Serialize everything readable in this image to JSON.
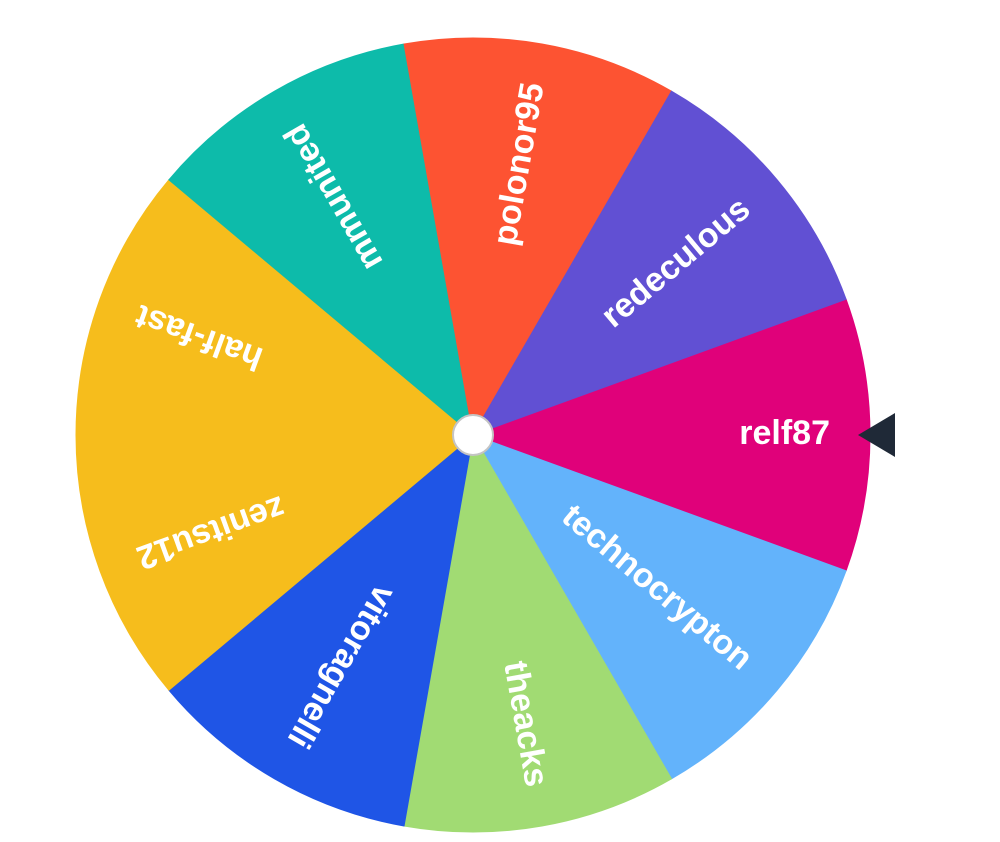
{
  "wheel": {
    "spin_direction": "clockwise",
    "pointer_color": "#1f2937",
    "hub_color": "#ffffff",
    "hub_stroke": "#c4c4c4",
    "segments": [
      {
        "label": "relf87",
        "color": "#e0017a"
      },
      {
        "label": "technocrypton",
        "color": "#63b3fb"
      },
      {
        "label": "theacks",
        "color": "#a1db73"
      },
      {
        "label": "vitoragnelli",
        "color": "#1f55e6"
      },
      {
        "label": "zenitsu12",
        "color": "#f6bd1c"
      },
      {
        "label": "half-fast",
        "color": "#f6bd1c"
      },
      {
        "label": "mmunited",
        "color": "#0dbbaa"
      },
      {
        "label": "polonor95",
        "color": "#fd5332"
      },
      {
        "label": "redeculous",
        "color": "#6150d3"
      }
    ]
  }
}
